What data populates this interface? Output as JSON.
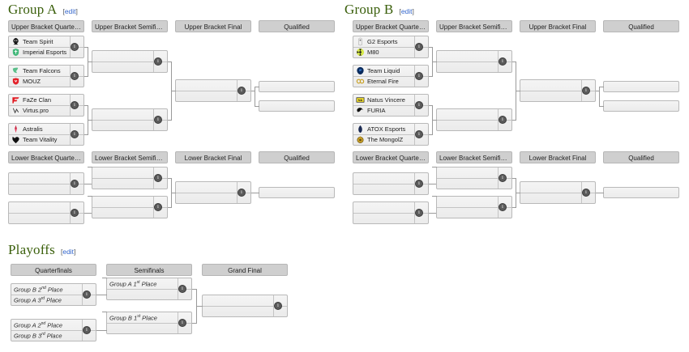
{
  "sections": [
    {
      "id": "group-a",
      "title": "Group A",
      "edit": "edit"
    },
    {
      "id": "group-b",
      "title": "Group B",
      "edit": "edit"
    },
    {
      "id": "playoffs",
      "title": "Playoffs",
      "edit": "edit"
    }
  ],
  "headers": {
    "ub_qf": "Upper Bracket Quarterfi...",
    "ub_sf": "Upper Bracket Semifinals",
    "ub_f": "Upper Bracket Final",
    "lb_qf": "Lower Bracket Quarterfi...",
    "lb_sf": "Lower Bracket Semifinal",
    "lb_f": "Lower Bracket Final",
    "qualified": "Qualified",
    "quarterfinals": "Quarterfinals",
    "semifinals": "Semifinals",
    "grand_final": "Grand Final"
  },
  "group_a": {
    "ub_qf": [
      {
        "top": {
          "name": "Team Spirit",
          "logo": "team-spirit"
        },
        "bottom": {
          "name": "Imperial Esports",
          "logo": "imperial-esports"
        }
      },
      {
        "top": {
          "name": "Team Falcons",
          "logo": "team-falcons"
        },
        "bottom": {
          "name": "MOUZ",
          "logo": "mouz"
        }
      },
      {
        "top": {
          "name": "FaZe Clan",
          "logo": "faze-clan"
        },
        "bottom": {
          "name": "Virtus.pro",
          "logo": "virtus-pro"
        }
      },
      {
        "top": {
          "name": "Astralis",
          "logo": "astralis"
        },
        "bottom": {
          "name": "Team Vitality",
          "logo": "team-vitality"
        }
      }
    ]
  },
  "group_b": {
    "ub_qf": [
      {
        "top": {
          "name": "G2 Esports",
          "logo": "g2-esports"
        },
        "bottom": {
          "name": "M80",
          "logo": "m80"
        }
      },
      {
        "top": {
          "name": "Team Liquid",
          "logo": "team-liquid"
        },
        "bottom": {
          "name": "Eternal Fire",
          "logo": "eternal-fire"
        }
      },
      {
        "top": {
          "name": "Natus Vincere",
          "logo": "natus-vincere"
        },
        "bottom": {
          "name": "FURIA",
          "logo": "furia"
        }
      },
      {
        "top": {
          "name": "ATOX Esports",
          "logo": "atox-esports"
        },
        "bottom": {
          "name": "The MongolZ",
          "logo": "the-mongolz"
        }
      }
    ]
  },
  "playoffs": {
    "qf": [
      {
        "top": "Group B 2nd Place",
        "bottom": "Group A 3rd Place"
      },
      {
        "top": "Group A 2nd Place",
        "bottom": "Group B 3rd Place"
      }
    ],
    "sf": [
      {
        "top": "Group A 1st Place",
        "bottom": ""
      },
      {
        "top": "Group B 1st Place",
        "bottom": ""
      }
    ],
    "gf": [
      {
        "top": "",
        "bottom": ""
      }
    ]
  },
  "colors": {
    "heading": "#3a5f0b",
    "link": "#3366cc",
    "header_bar": "#cfcfcf",
    "match_bg": "#f0f0f0",
    "border": "#b9b9b9",
    "connector": "#9a9a9a"
  }
}
